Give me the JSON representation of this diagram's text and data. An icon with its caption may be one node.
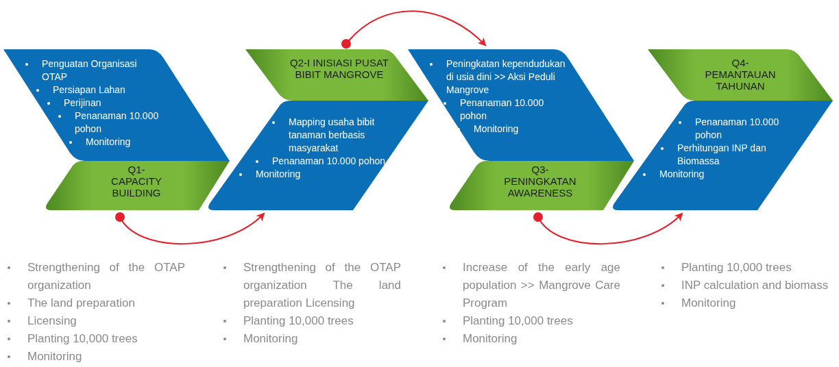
{
  "diagram": {
    "nodes": [
      {
        "text": [
          "Penguatan Organisasi OTAP",
          "Persiapan Lahan",
          "Perijinan",
          "Penanaman 10.000 pohon",
          "Monitoring"
        ]
      },
      {
        "text": [
          "Q1- CAPACITY BUILDING"
        ]
      },
      {
        "text": [
          "Q2-I INISIASI PUSAT BIBIT MANGROVE"
        ]
      },
      {
        "text": [
          "Mapping usaha bibit tanaman berbasis masyarakat",
          "Penanaman 10.000 pohon",
          "Monitoring"
        ]
      },
      {
        "text": [
          "Peningkatan kependudukan di usia dini >> Aksi Peduli Mangrove",
          "Penanaman 10.000 pohon",
          "Monitoring"
        ]
      },
      {
        "text": [
          "Q3- PENINGKATAN AWARENESS"
        ]
      },
      {
        "text": [
          "Q4- PEMANTAUAN TAHUNAN"
        ]
      },
      {
        "text": [
          "Penanaman 10.000 pohon",
          "Perhitungan INP dan Biomassa",
          "Monitoring"
        ]
      }
    ],
    "edges": [
      {
        "from": 1,
        "to": 3,
        "arrow": "to"
      },
      {
        "from": 2,
        "to": 4,
        "arrow": "to"
      },
      {
        "from": 5,
        "to": 7,
        "arrow": "to"
      }
    ],
    "labels": [
      "Strengthening of the OTAP organization",
      "The land preparation",
      "Licensing",
      "Planting 10,000 trees",
      "Monitoring",
      "Strengthening of the OTAP organization The land preparation Licensing",
      "Planting 10,000 trees",
      "Monitoring",
      "Increase of the early age population >> Mangrove Care Program",
      "Planting 10,000 trees",
      "Monitoring",
      "Planting 10,000 trees",
      "INP calculation and biomass",
      "Monitoring"
    ]
  }
}
